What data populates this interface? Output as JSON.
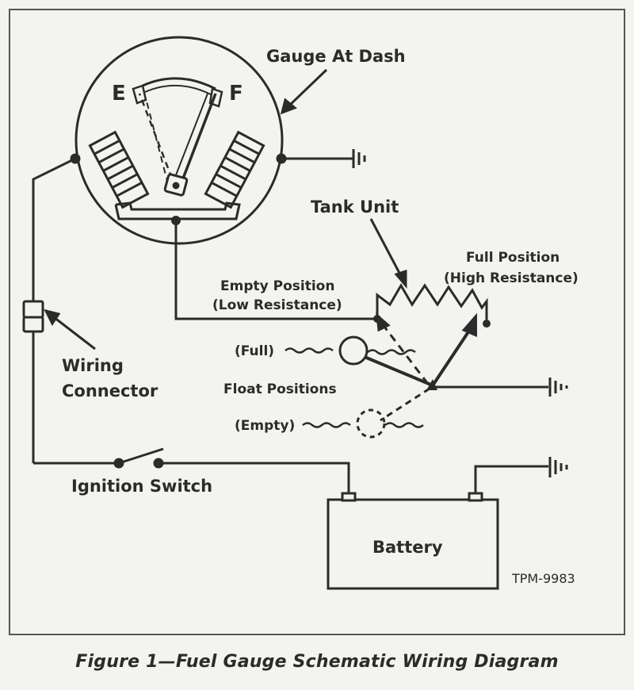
{
  "diagram": {
    "labels": {
      "gauge_at_dash": "Gauge At Dash",
      "gauge_empty": "E",
      "gauge_full": "F",
      "tank_unit": "Tank Unit",
      "full_position_line1": "Full Position",
      "full_position_line2": "(High Resistance)",
      "empty_position_line1": "Empty Position",
      "empty_position_line2": "(Low Resistance)",
      "float_full": "(Full)",
      "float_positions": "Float Positions",
      "float_empty": "(Empty)",
      "wiring_connector_line1": "Wiring",
      "wiring_connector_line2": "Connector",
      "ignition_switch": "Ignition Switch",
      "battery": "Battery",
      "figure_code": "TPM-9983"
    },
    "caption": "Figure 1—Fuel Gauge Schematic Wiring Diagram"
  }
}
